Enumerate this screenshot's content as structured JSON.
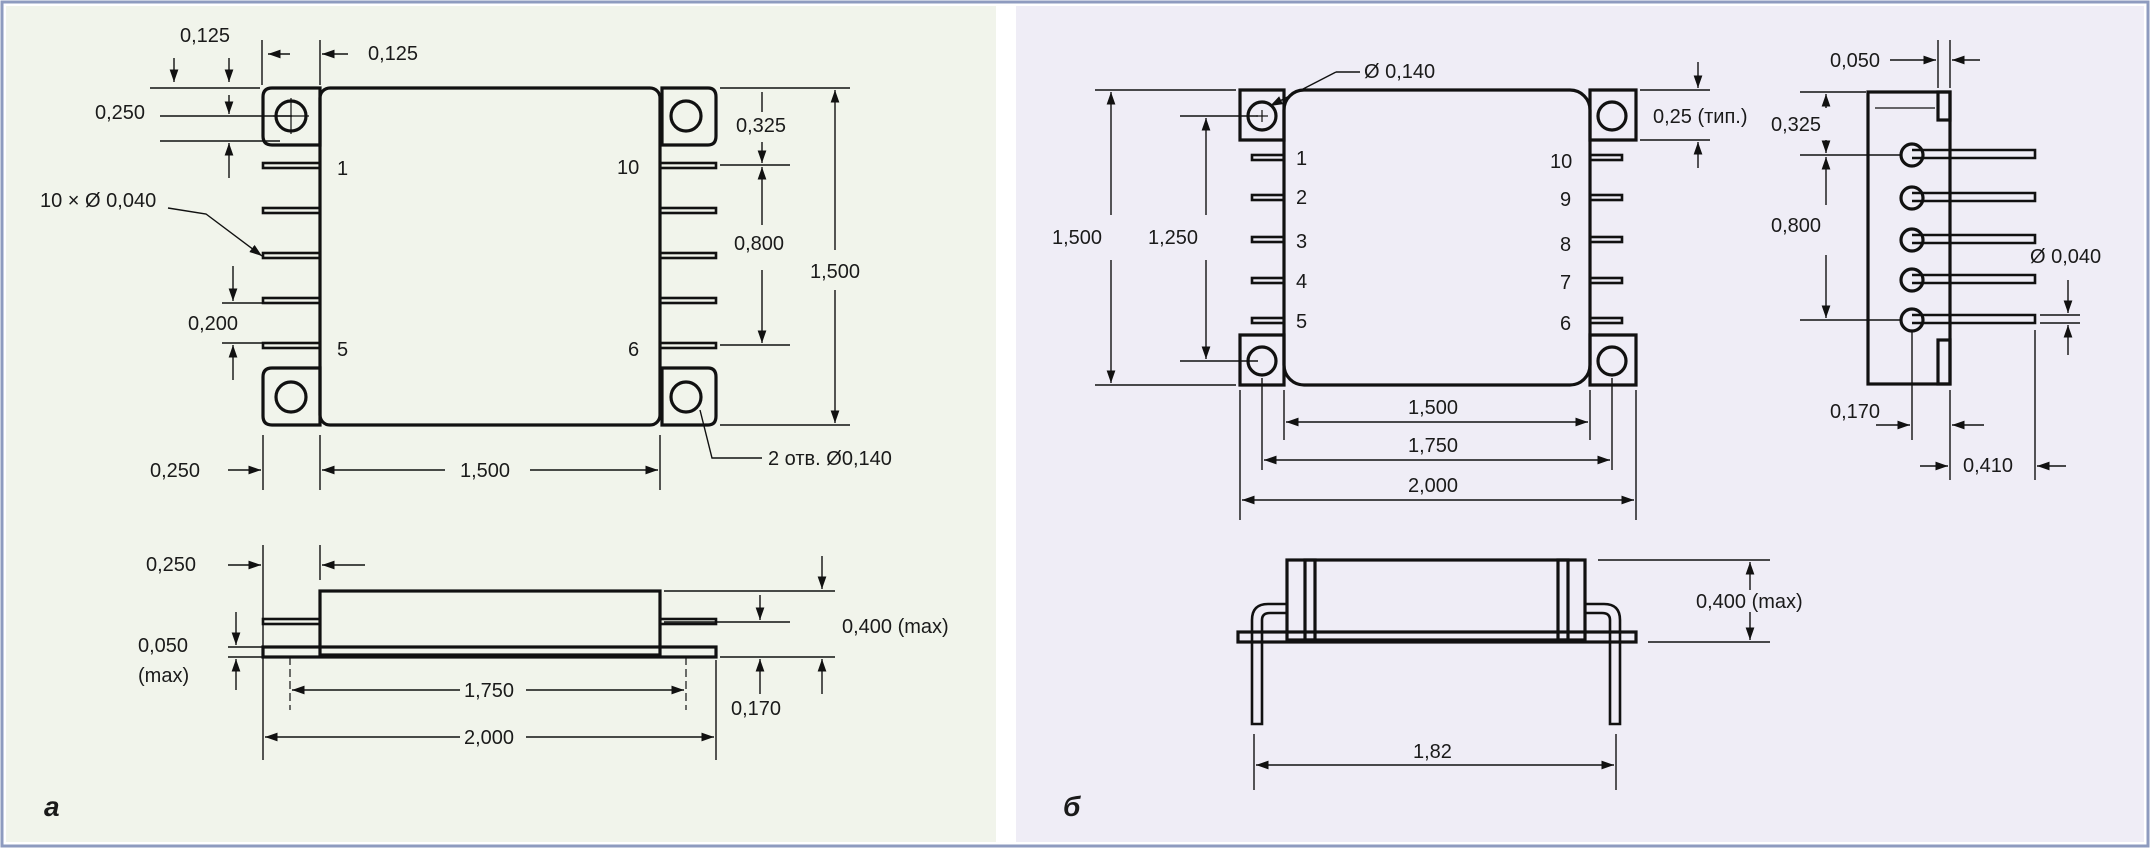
{
  "colors": {
    "panel_a": "#f1f4eb",
    "panel_b": "#efedf6",
    "frame": "#8e9bbf",
    "ink": "#111111"
  },
  "panel_a": {
    "label": "а",
    "top_view": {
      "dims": [
        "0,125",
        "0,125",
        "0,250",
        "0,325",
        "0,800",
        "1,500",
        "0,200",
        "0,250",
        "1,500"
      ],
      "pin_callout": "10 × Ø 0,040",
      "hole_callout": "2 отв. Ø0,140",
      "pin_numbers": [
        "1",
        "5",
        "10",
        "6"
      ]
    },
    "side_view": {
      "dims": [
        "0,250",
        "0,050",
        "(max)",
        "0,400 (max)",
        "1,750",
        "0,170",
        "2,000"
      ]
    }
  },
  "panel_b": {
    "label": "б",
    "top_view": {
      "hole_callout": "Ø 0,140",
      "tab_dim": "0,25 (тип.)",
      "left_dims": [
        "1,500",
        "1,250"
      ],
      "pins_left": [
        "1",
        "2",
        "3",
        "4",
        "5"
      ],
      "pins_right": [
        "10",
        "9",
        "8",
        "7",
        "6"
      ],
      "bottom_dims": [
        "1,500",
        "1,750",
        "2,000"
      ]
    },
    "side_view": {
      "dims": [
        "0,050",
        "0,325",
        "0,800",
        "Ø 0,040",
        "0,170",
        "0,410"
      ]
    },
    "front_view": {
      "dims": [
        "0,400 (max)",
        "1,82"
      ]
    }
  }
}
